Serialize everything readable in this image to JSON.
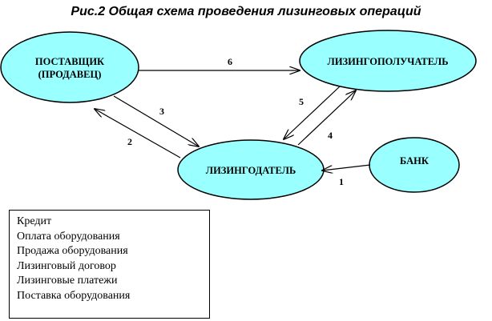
{
  "title": "Рис.2 Общая схема проведения лизинговых операций",
  "nodes": {
    "supplier": {
      "line1": "ПОСТАВЩИК",
      "line2": "(ПРОДАВЕЦ)"
    },
    "lessee": {
      "label": "ЛИЗИНГОПОЛУЧАТЕЛЬ"
    },
    "lessor": {
      "label": "ЛИЗИНГОДАТЕЛЬ"
    },
    "bank": {
      "label": "БАНК"
    }
  },
  "arrows": {
    "bank_to_lessor": "1",
    "lessor_to_supplier": "2",
    "supplier_to_lessor": "3",
    "lessor_to_lessee": "4",
    "lessee_to_lessor": "5",
    "supplier_to_lessee": "6"
  },
  "legend": [
    "Кредит",
    "Оплата оборудования",
    "Продажа оборудования",
    "Лизинговый договор",
    "Лизинговые платежи",
    "Поставка оборудования"
  ],
  "colors": {
    "node_fill": "#99ffff",
    "stroke": "#000000"
  }
}
